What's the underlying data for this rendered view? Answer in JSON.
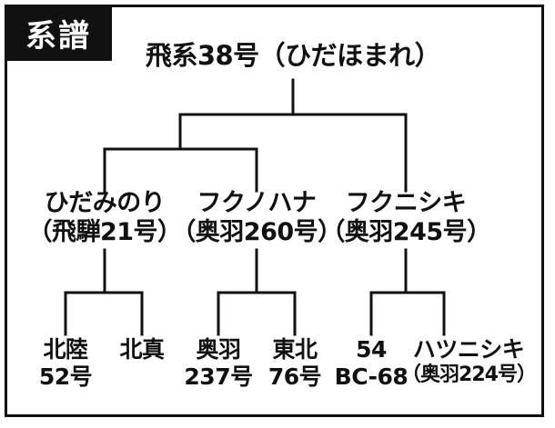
{
  "badge": "系譜",
  "root": {
    "line1": "飛系38号（ひだほまれ）"
  },
  "parents": [
    {
      "line1": "ひだみのり",
      "line2": "（飛騨21号）"
    },
    {
      "line1": "フクノハナ",
      "line2": "（奥羽260号）"
    },
    {
      "line1": "フクニシキ",
      "line2": "（奥羽245号）"
    }
  ],
  "grandparents": [
    {
      "line1": "北陸",
      "line2": "52号"
    },
    {
      "line1": "北真",
      "line2": ""
    },
    {
      "line1": "奥羽",
      "line2": "237号"
    },
    {
      "line1": "東北",
      "line2": "76号"
    },
    {
      "line1": "54",
      "line2": "BC-68"
    },
    {
      "line1": "ハツニシキ",
      "line2": "（奥羽224号）"
    }
  ],
  "colors": {
    "ink": "#111111",
    "background": "#ffffff"
  }
}
